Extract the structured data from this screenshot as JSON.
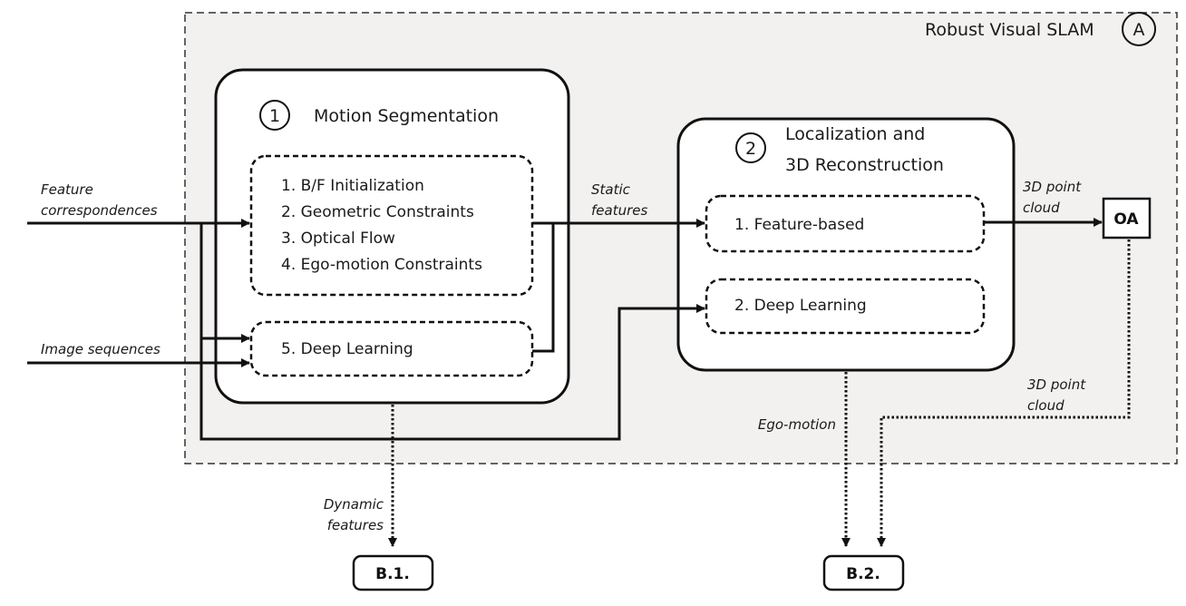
{
  "outer": {
    "title": "Robust Visual SLAM",
    "badge": "A",
    "fill": "#f2f1f0"
  },
  "module1": {
    "number": "1",
    "title": "Motion Segmentation",
    "methods": [
      "1. B/F Initialization",
      "2. Geometric Constraints",
      "3. Optical Flow",
      "4. Ego-motion Constraints"
    ],
    "deep": "5. Deep Learning"
  },
  "module2": {
    "number": "2",
    "title_line1": "Localization and",
    "title_line2": "3D Reconstruction",
    "methods": [
      "1. Feature-based",
      "2. Deep Learning"
    ]
  },
  "oa": "OA",
  "outputs": {
    "b1": "B.1.",
    "b2": "B.2."
  },
  "labels": {
    "feature_corr_1": "Feature",
    "feature_corr_2": "correspondences",
    "image_seq": "Image sequences",
    "static_1": "Static",
    "static_2": "features",
    "pc_1a": "3D point",
    "pc_1b": "cloud",
    "pc_2a": "3D point",
    "pc_2b": "cloud",
    "ego": "Ego-motion",
    "dyn_1": "Dynamic",
    "dyn_2": "features"
  }
}
